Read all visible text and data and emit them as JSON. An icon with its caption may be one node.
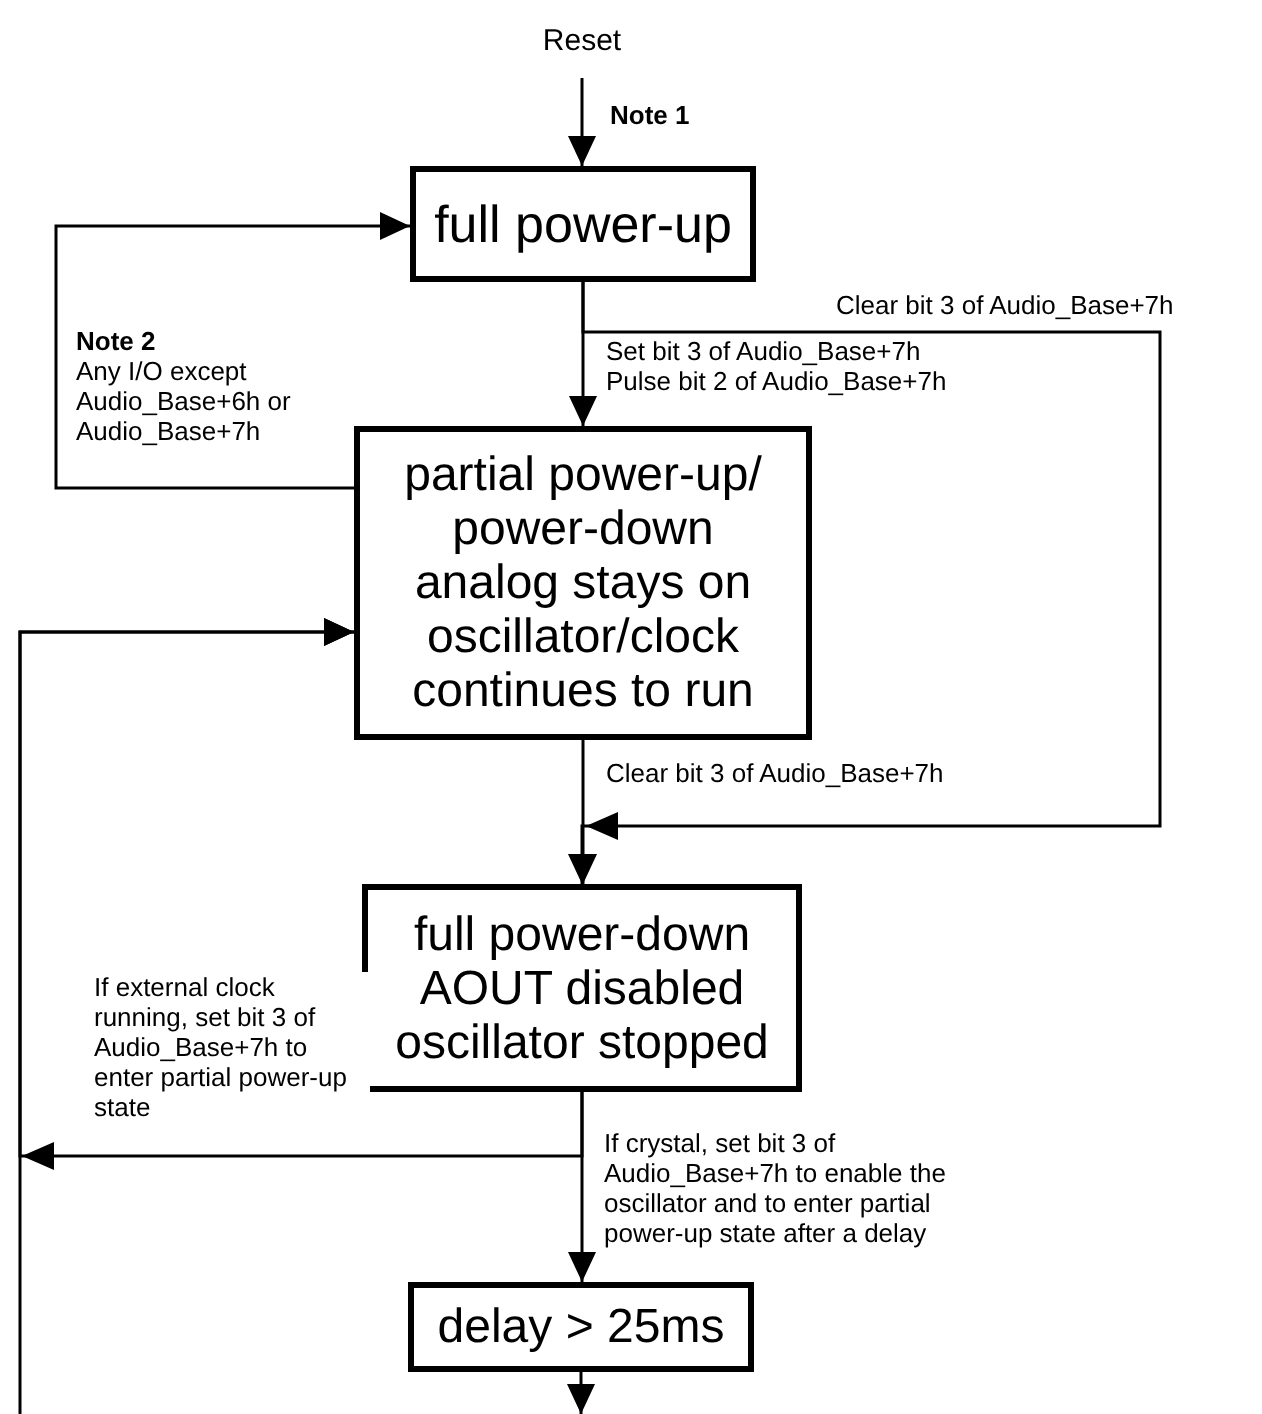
{
  "diagram": {
    "nodes": [
      {
        "text": [
          "Reset"
        ]
      },
      {
        "text": [
          "full power-up"
        ]
      },
      {
        "text": [
          "partial power-up/ power-down analog stays on oscillator/clock continues to run"
        ]
      },
      {
        "text": [
          "full power-down AOUT disabled oscillator stopped"
        ]
      },
      {
        "text": [
          "delay > 25ms"
        ]
      }
    ],
    "edges": [
      {
        "from": 0,
        "to": 1,
        "arrow": "to",
        "label": "Note 1"
      },
      {
        "from": 1,
        "to": 2,
        "arrow": "to",
        "label": "Set bit 3 of Audio_Base+7h Pulse bit 2 of Audio_Base+7h"
      },
      {
        "from": 2,
        "to": 1,
        "arrow": "to",
        "label": "**Note 2** Any I/O except Audio_Base+6h or Audio_Base+7h"
      },
      {
        "from": 1,
        "to": 3,
        "arrow": "to",
        "label": "Clear bit 3 of Audio_Base+7h"
      },
      {
        "from": 2,
        "to": 3,
        "arrow": "to",
        "label": "Clear bit 3 of Audio_Base+7h"
      },
      {
        "from": 3,
        "to": 2,
        "arrow": "to",
        "label": "If external clock running, set bit 3 of Audio_Base+7h to enter partial power-up state"
      },
      {
        "from": 3,
        "to": 4,
        "arrow": "to",
        "label": "If crystal, set bit 3 of Audio_Base+7h to enable the oscillator and to enter partial power-up state after a delay"
      },
      {
        "from": 4,
        "to": null,
        "arrow": "to"
      },
      {
        "from": null,
        "to": 2,
        "arrow": "to"
      }
    ]
  }
}
